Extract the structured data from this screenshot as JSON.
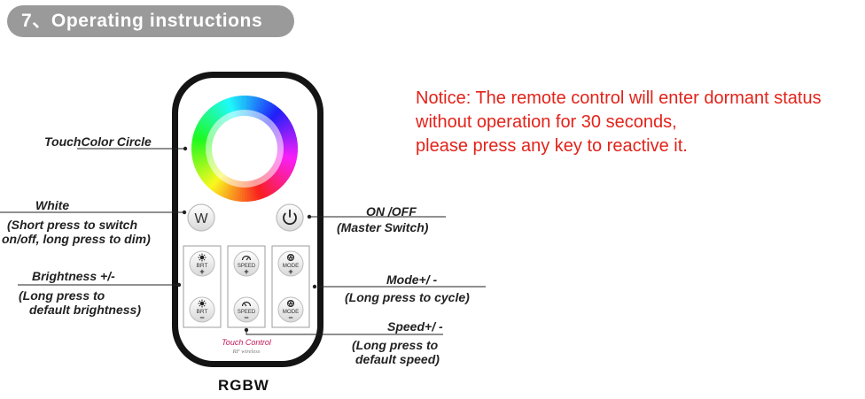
{
  "header": {
    "title": "7、Operating instructions"
  },
  "notice": {
    "lines": [
      "Notice: The remote control will enter dormant status",
      "without operation for 30 seconds,",
      "please press any key to reactive it."
    ]
  },
  "labels": {
    "touch_color_circle": "TouchColor Circle",
    "white_title": "White",
    "white_desc_1": "(Short press to switch",
    "white_desc_2": "on/off,   long press to dim)",
    "brightness_title": "Brightness +/-",
    "brightness_desc_1": "(Long press to",
    "brightness_desc_2": "default brightness)",
    "onoff_title": "ON /OFF",
    "onoff_desc": "(Master Switch)",
    "mode_title": "Mode+/ -",
    "mode_desc": "(Long press to cycle)",
    "speed_title": "Speed+/ -",
    "speed_desc_1": "(Long press to",
    "speed_desc_2": "default speed)"
  },
  "remote": {
    "w_button": "W",
    "brt": "BRT",
    "speed": "SPEED",
    "mode": "MODE",
    "plus": "+",
    "minus": "−",
    "brand_1": "Touch Control",
    "brand_2": "RF wireless",
    "model": "RGBW"
  },
  "colors": {
    "notice": "#e2231a",
    "header_bg": "#9a9a9a",
    "brand": "#c2185b"
  }
}
